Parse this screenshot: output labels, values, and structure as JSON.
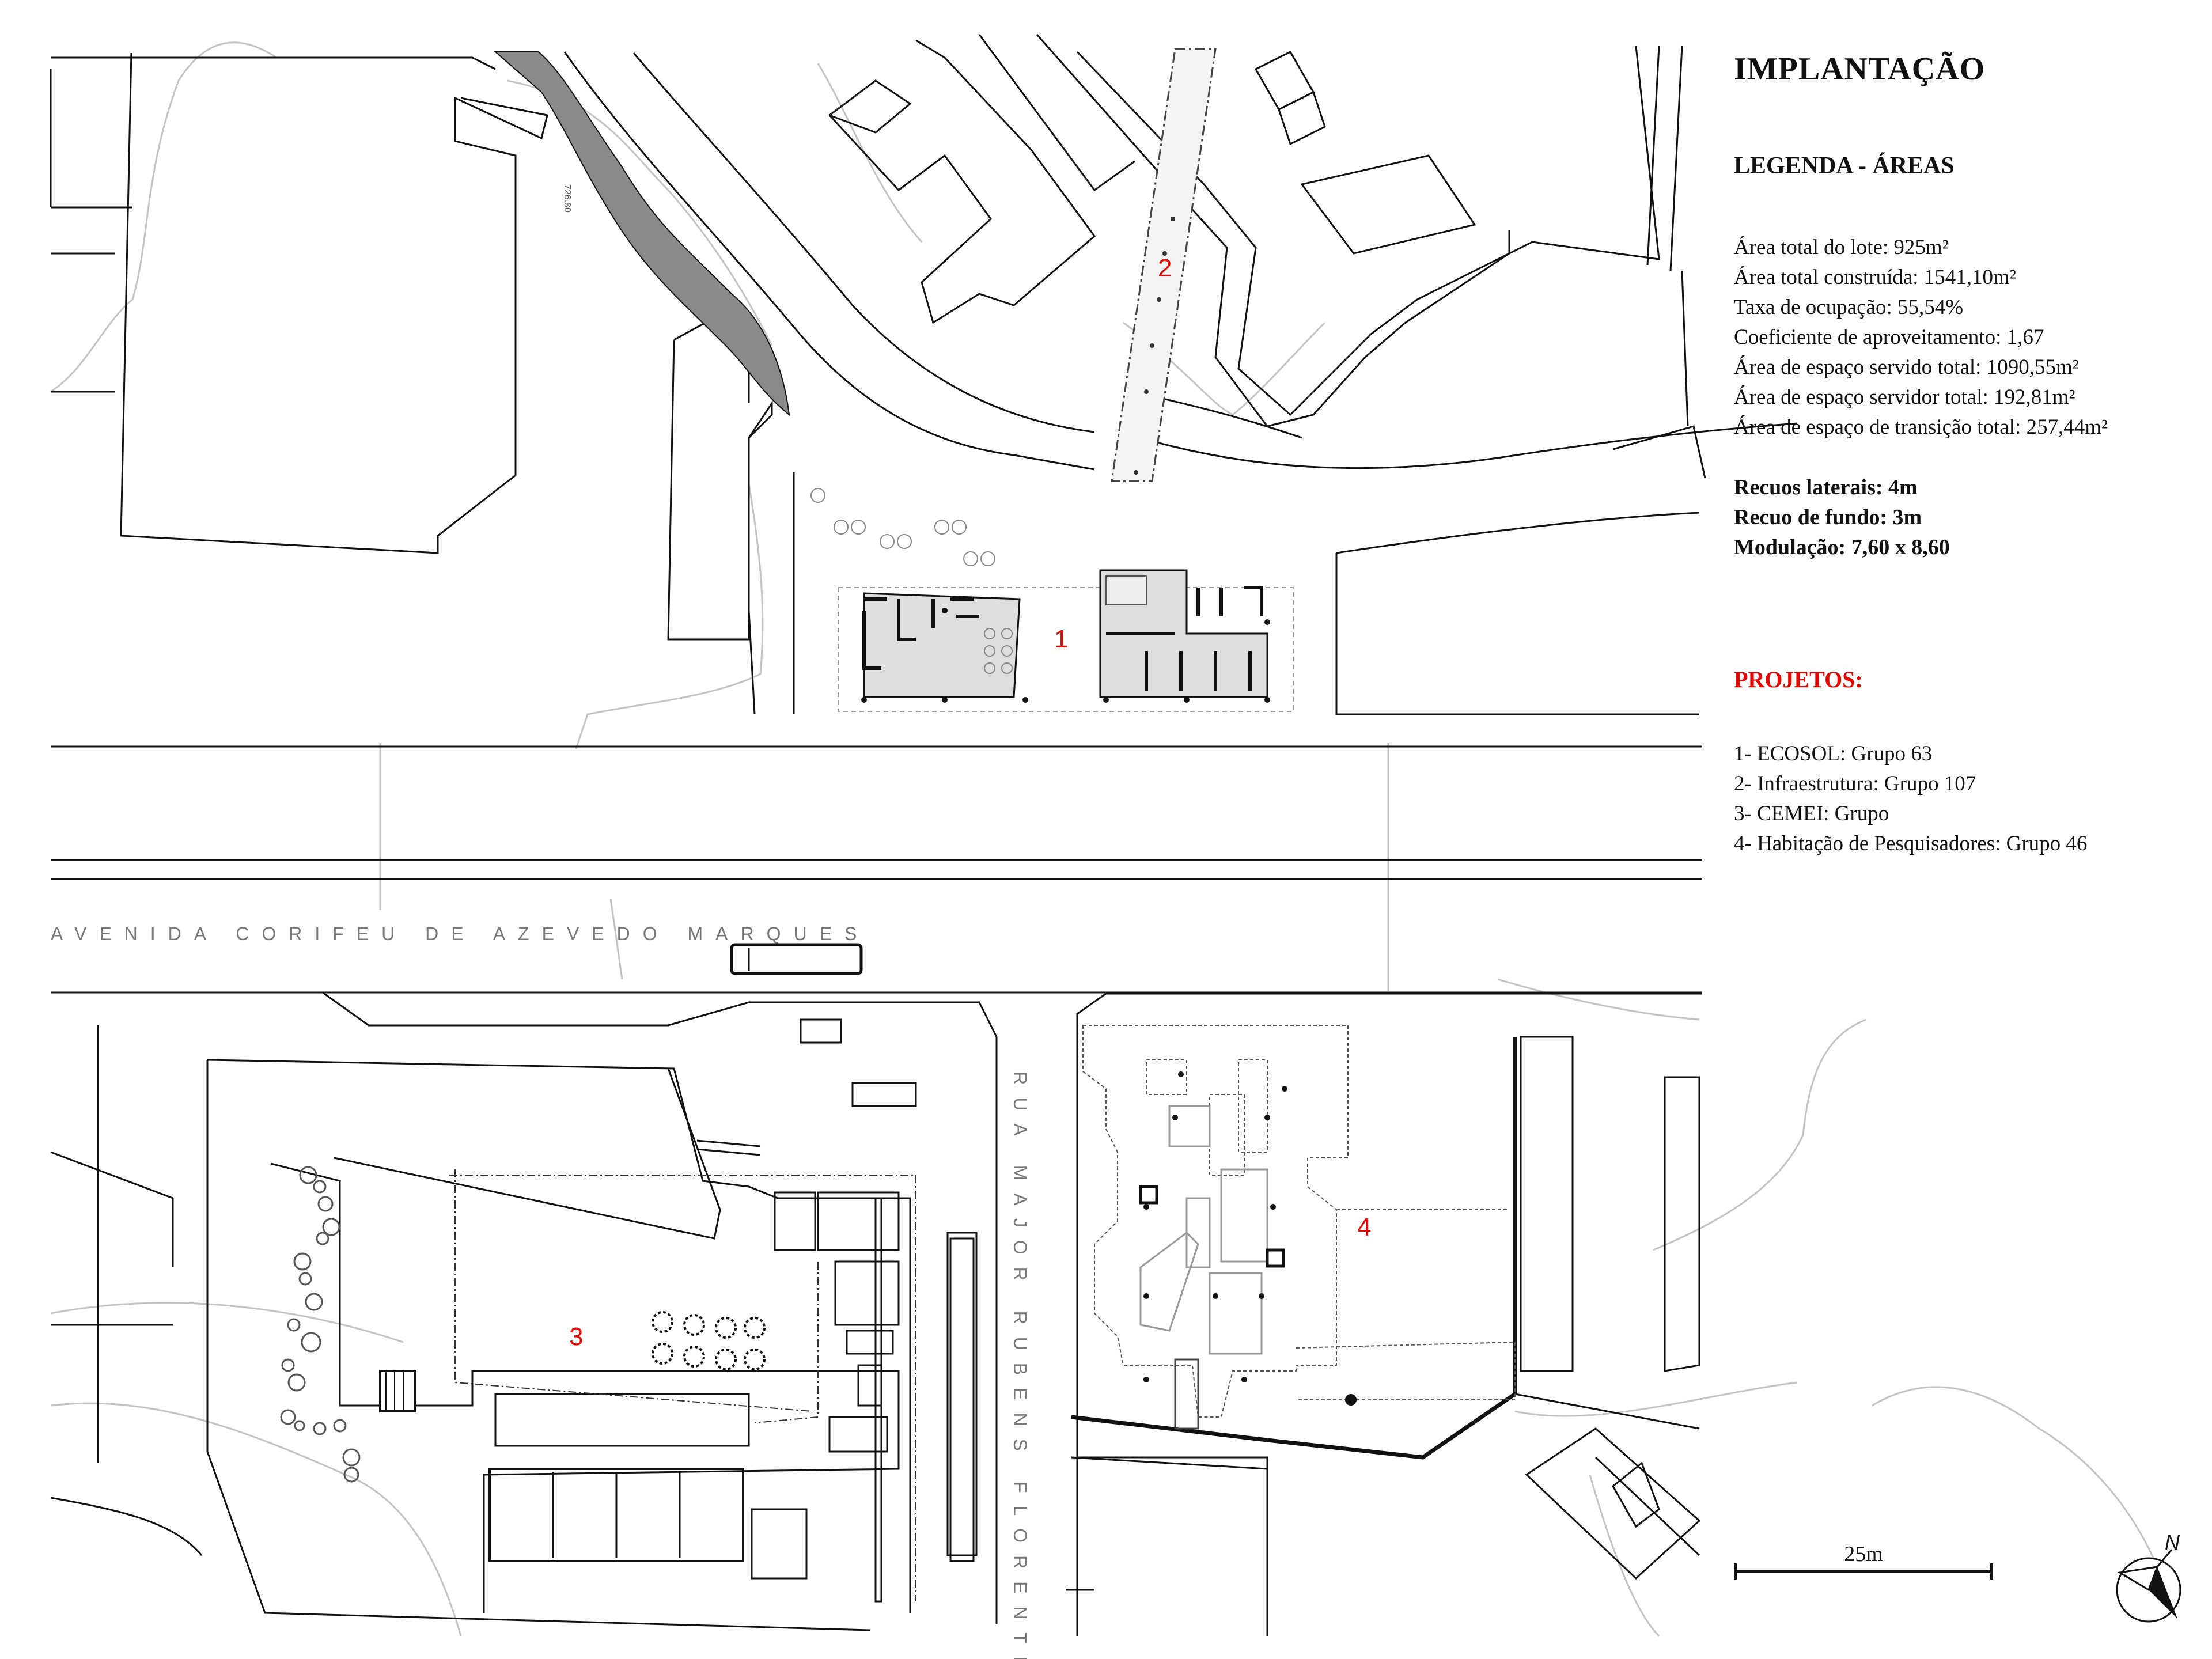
{
  "panel": {
    "title": "IMPLANTAÇÃO",
    "legend_title": "LEGENDA - ÁREAS",
    "areas": [
      "Área total do lote: 925m²",
      "Área total construída: 1541,10m²",
      "Taxa de ocupação: 55,54%",
      "Coeficiente de aproveitamento: 1,67",
      "Área de espaço servido total: 1090,55m²",
      "Área de espaço servidor total: 192,81m²",
      "Área de espaço de transição total: 257,44m²"
    ],
    "setbacks": [
      "Recuos laterais: 4m",
      "Recuo de fundo: 3m",
      "Modulação: 7,60 x 8,60"
    ],
    "projects_title": "PROJETOS:",
    "projects": [
      "1- ECOSOL: Grupo 63",
      "2- Infraestrutura: Grupo 107",
      "3- CEMEI: Grupo",
      "4- Habitação de Pesquisadores: Grupo 46"
    ]
  },
  "map": {
    "street_avenida": "AVENIDA CORIFEU DE AZEVEDO MARQUES",
    "street_rua": "RUA MAJOR RUBENS FLORENTINO",
    "spot_level": "726.80",
    "area_labels": [
      "1",
      "2",
      "3",
      "4"
    ]
  },
  "scale": {
    "label": "25m"
  },
  "north": {
    "label": "N"
  },
  "colors": {
    "accent_red": "#e10600",
    "line": "#111111",
    "light_line": "#bdbdbd",
    "hatch": "#7a7a7a"
  }
}
